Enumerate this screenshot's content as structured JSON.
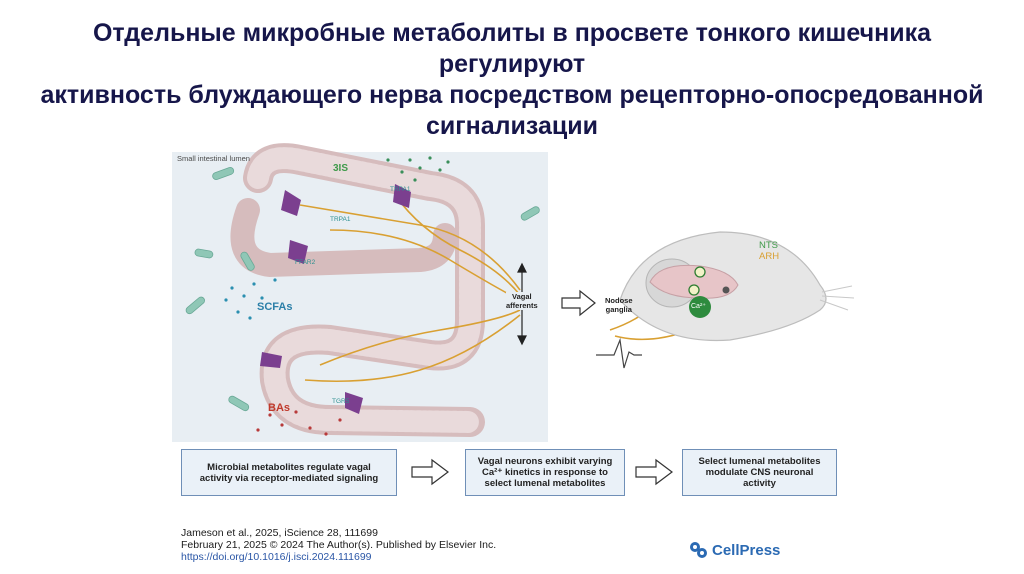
{
  "slide": {
    "title_lines": [
      "Отдельные микробные метаболиты в просвете тонкого кишечника регулируют",
      "активность блуждающего нерва посредством рецепторно-опосредованной",
      "сигнализации"
    ]
  },
  "figure": {
    "lumen_label": "Small intestinal lumen",
    "metabolite_3is": "3IS",
    "metabolite_scfas": "SCFAs",
    "metabolite_bas": "BAs",
    "receptors": [
      "TRPA1",
      "TRPA1",
      "FFAR2",
      "TGR5"
    ],
    "vagal_afferents": [
      "Vagal",
      "afferents"
    ],
    "nodose_ganglia": [
      "Nodose",
      "ganglia"
    ],
    "ca_label": "Ca²⁺",
    "nts_label": "NTS",
    "arh_label": "ARH",
    "colors": {
      "green_label": "#3f9a4a",
      "red_label": "#c0392b",
      "teal_label": "#2b8f8f",
      "nerve": "#d9a032",
      "villus_wall": "#d9c3c5",
      "cell_purple": "#7b3f8f",
      "arh_color": "#d9a032"
    }
  },
  "flow": {
    "steps": [
      "Microbial metabolites regulate vagal activity via receptor-mediated signaling",
      "Vagal neurons exhibit varying Ca²⁺ kinetics in response to select lumenal metabolites",
      "Select lumenal metabolites modulate CNS neuronal activity"
    ]
  },
  "citation": {
    "line1": "Jameson et al., 2025, iScience 28, 111699",
    "line2": "February 21, 2025 © 2024 The Author(s). Published by Elsevier Inc.",
    "doi": "https://doi.org/10.1016/j.isci.2024.111699"
  },
  "publisher": {
    "logo_text": "CellPress",
    "icon": "cellpress-logo-icon"
  }
}
